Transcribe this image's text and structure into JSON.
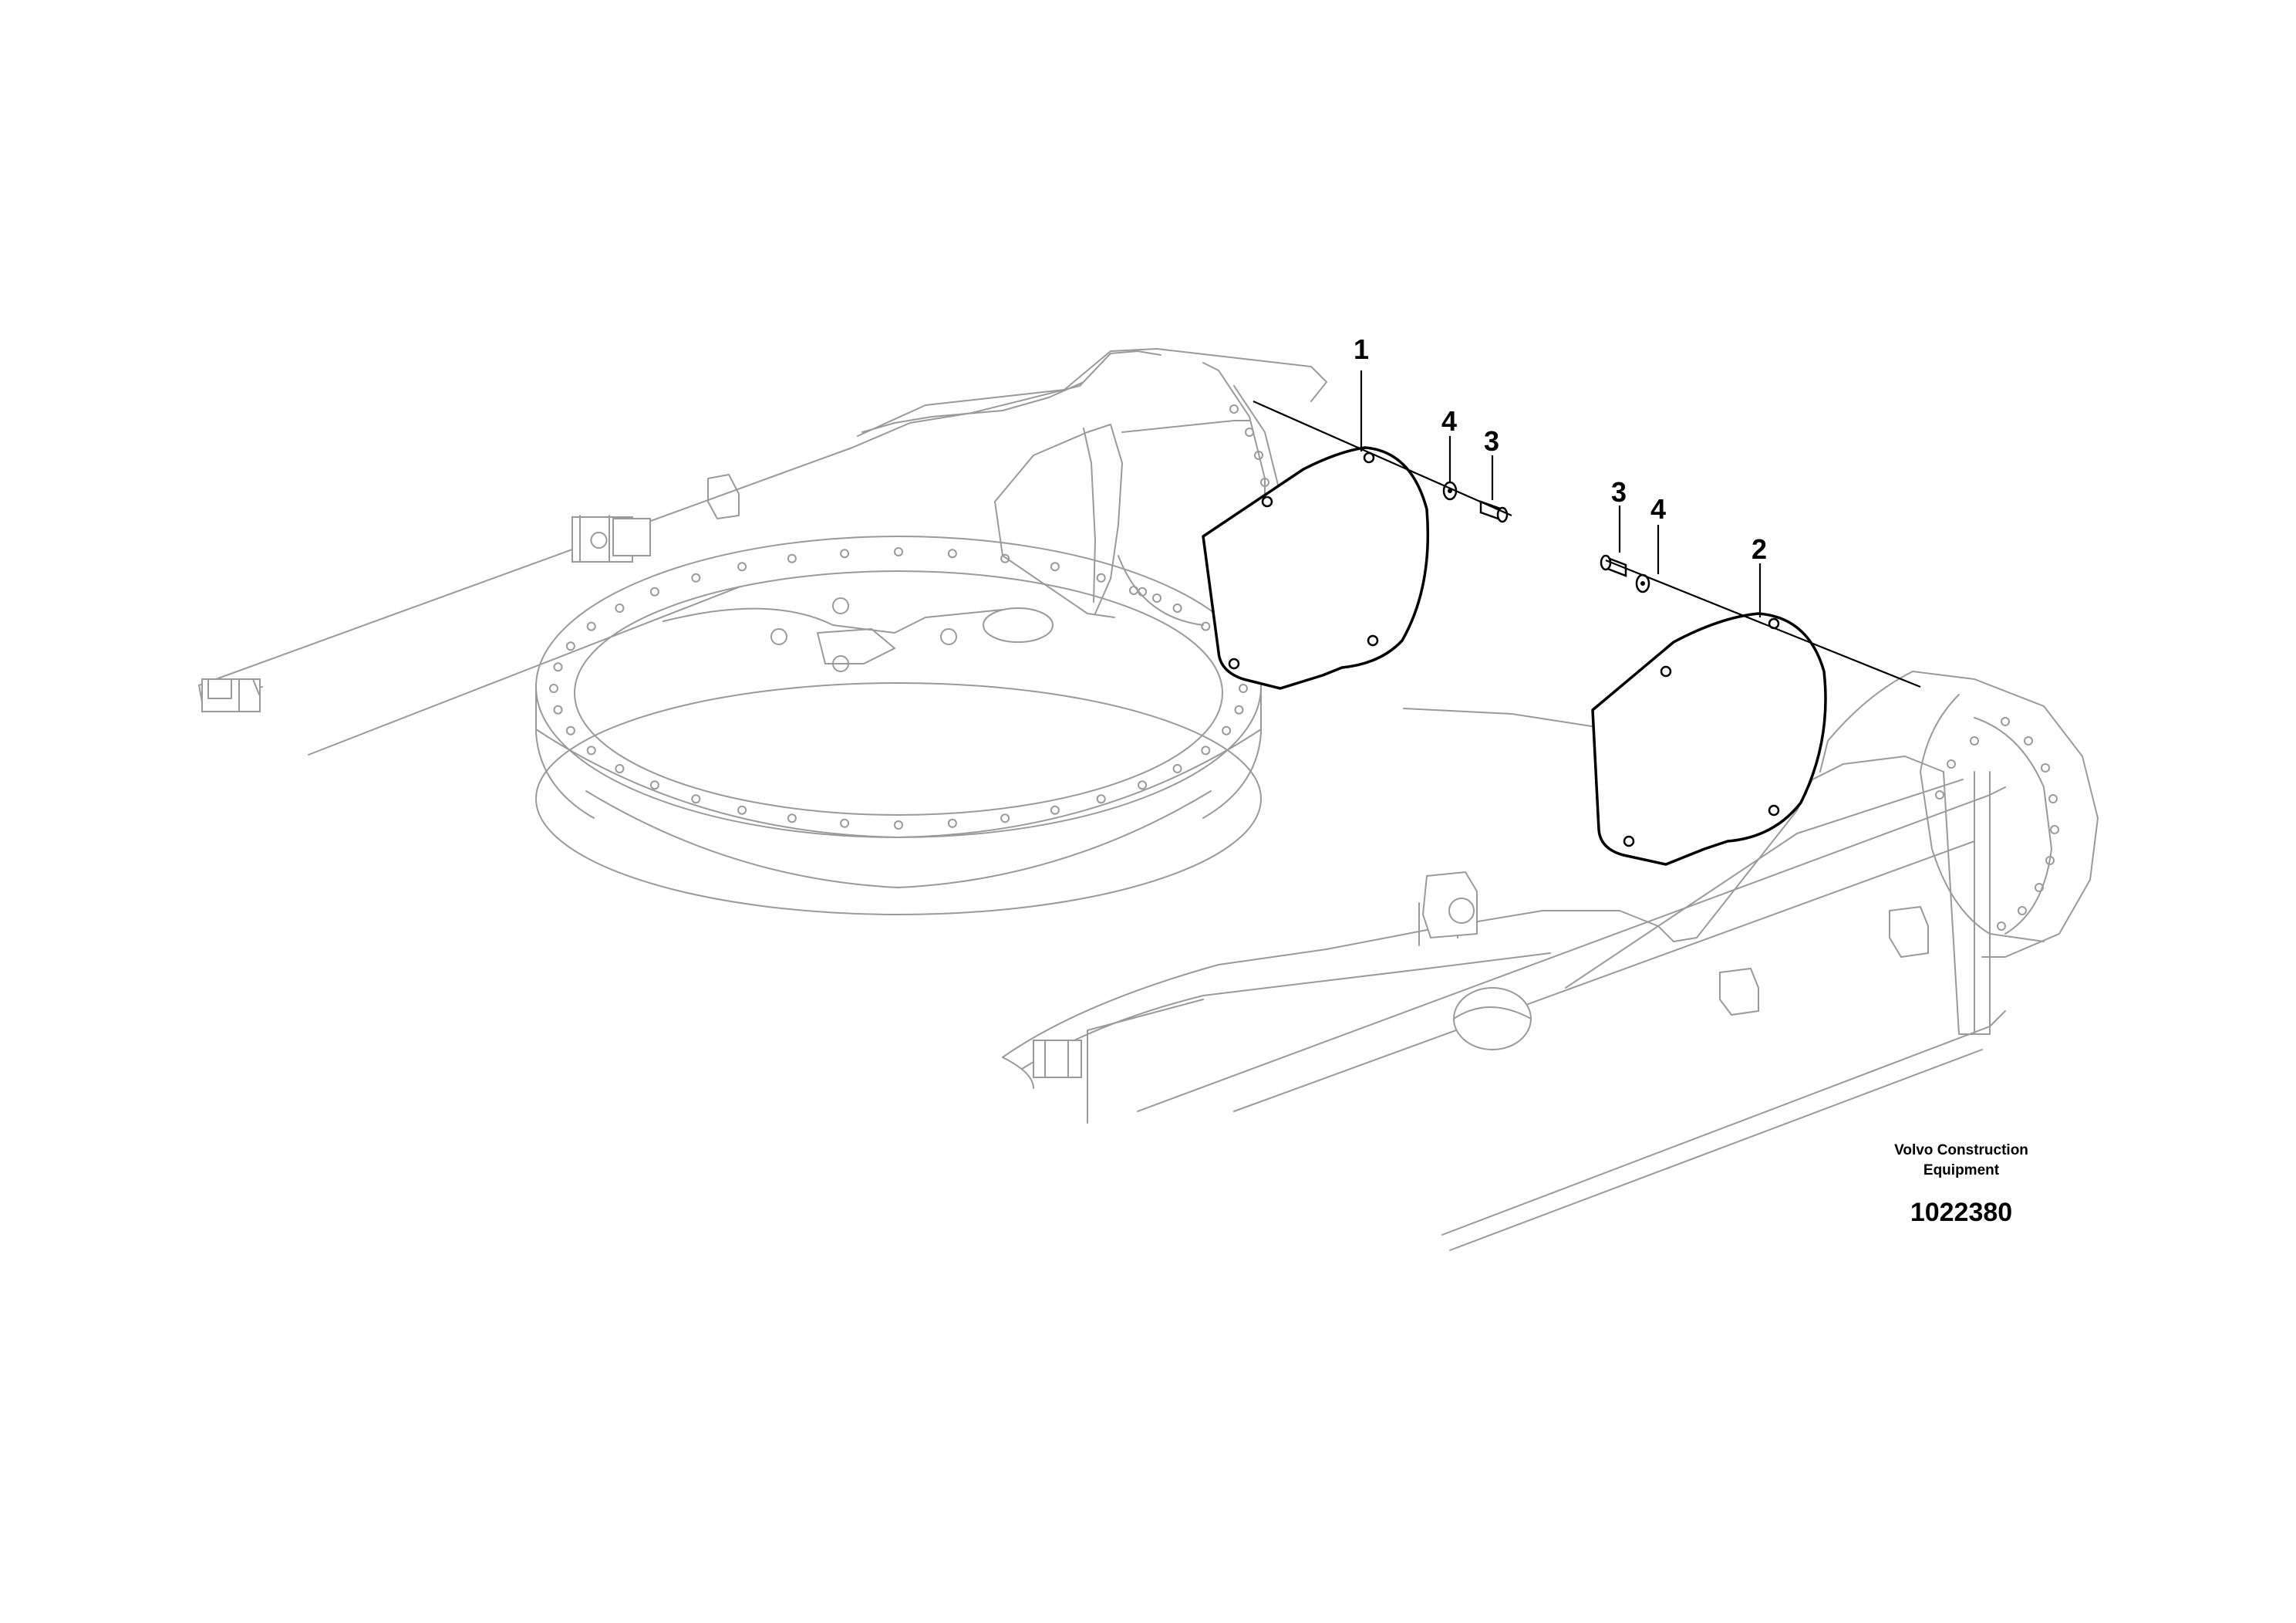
{
  "callouts": [
    {
      "id": "c1",
      "label": "1"
    },
    {
      "id": "c4a",
      "label": "4"
    },
    {
      "id": "c3a",
      "label": "3"
    },
    {
      "id": "c3b",
      "label": "3"
    },
    {
      "id": "c4b",
      "label": "4"
    },
    {
      "id": "c2",
      "label": "2"
    }
  ],
  "manufacturer": {
    "line1": "Volvo Construction",
    "line2": "Equipment"
  },
  "document_number": "1022380",
  "colors": {
    "background": "#ffffff",
    "part_outline": "#000000",
    "context_outline": "#9a9a9a"
  }
}
